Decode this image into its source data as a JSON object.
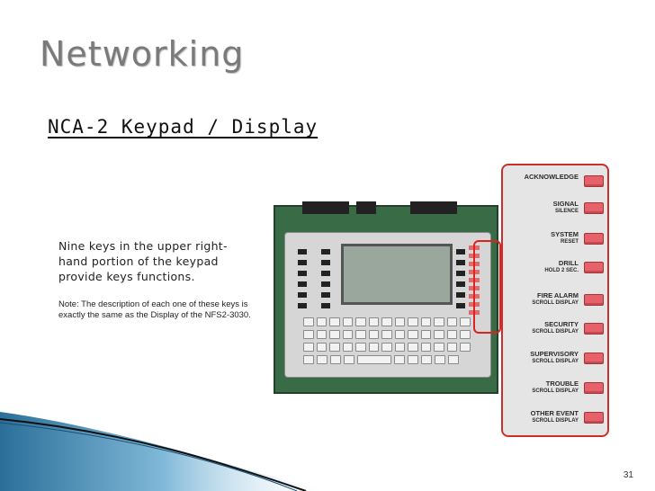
{
  "slide": {
    "title": "Networking",
    "subtitle": "NCA-2 Keypad / Display",
    "body": "Nine keys in the upper right-hand portion of the keypad provide keys functions.",
    "note": "Note: The  description of each one of these keys is exactly the same as the Display of the NFS2-3030.",
    "page_number": "31"
  },
  "keypad_keys": [
    {
      "line1": "ACKNOWLEDGE",
      "line2": ""
    },
    {
      "line1": "SIGNAL",
      "line2": "SILENCE"
    },
    {
      "line1": "SYSTEM",
      "line2": "RESET"
    },
    {
      "line1": "DRILL",
      "line2": "HOLD 2 SEC."
    },
    {
      "line1": "FIRE ALARM",
      "line2": "SCROLL DISPLAY"
    },
    {
      "line1": "SECURITY",
      "line2": "SCROLL DISPLAY"
    },
    {
      "line1": "SUPERVISORY",
      "line2": "SCROLL DISPLAY"
    },
    {
      "line1": "TROUBLE",
      "line2": "SCROLL DISPLAY"
    },
    {
      "line1": "OTHER EVENT",
      "line2": "SCROLL DISPLAY"
    }
  ],
  "colors": {
    "highlight": "#d22222",
    "key_red": "#e7616b",
    "board_green": "#3a6b47",
    "swoosh_blue": "#4a90b8"
  }
}
